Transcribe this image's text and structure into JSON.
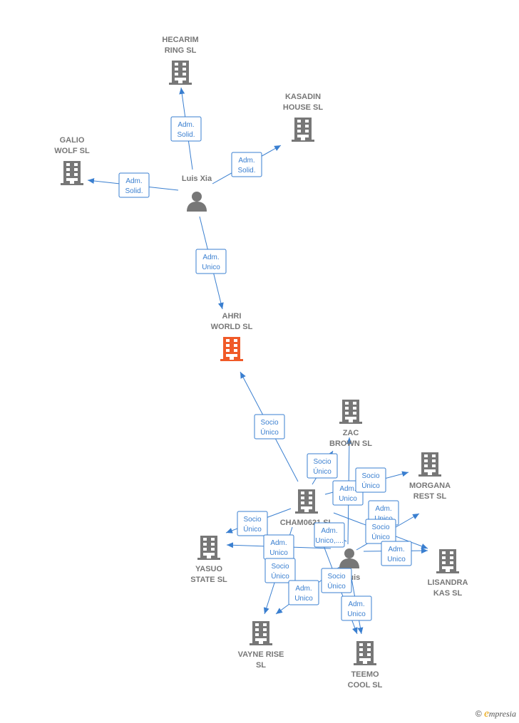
{
  "colors": {
    "edge": "#3a7fd0",
    "node": "#777777",
    "highlight": "#f05a28"
  },
  "nodes": [
    {
      "id": "hecarim",
      "type": "company",
      "label": [
        "HECARIM",
        "RING  SL"
      ]
    },
    {
      "id": "kasadin",
      "type": "company",
      "label": [
        "KASADIN",
        "HOUSE  SL"
      ]
    },
    {
      "id": "galio",
      "type": "company",
      "label": [
        "GALIO",
        "WOLF  SL"
      ]
    },
    {
      "id": "luisxia",
      "type": "person",
      "label": [
        "Luis Xia"
      ]
    },
    {
      "id": "ahri",
      "type": "company",
      "highlight": true,
      "label": [
        "AHRI",
        "WORLD  SL"
      ]
    },
    {
      "id": "zac",
      "type": "company",
      "label": [
        "ZAC",
        "BROWN  SL"
      ]
    },
    {
      "id": "morgana",
      "type": "company",
      "label": [
        "MORGANA",
        "REST  SL"
      ]
    },
    {
      "id": "cham",
      "type": "company",
      "label": [
        "CHAM0621  SL"
      ]
    },
    {
      "id": "yasuo",
      "type": "company",
      "label": [
        "YASUO",
        "STATE  SL"
      ]
    },
    {
      "id": "luis2",
      "type": "person",
      "label": [
        "Luis"
      ]
    },
    {
      "id": "lisandra",
      "type": "company",
      "label": [
        "LISANDRA",
        "KAS  SL"
      ]
    },
    {
      "id": "vayne",
      "type": "company",
      "label": [
        "VAYNE RISE",
        "SL"
      ]
    },
    {
      "id": "teemo",
      "type": "company",
      "label": [
        "TEEMO",
        "COOL  SL"
      ]
    }
  ],
  "edges": [
    {
      "from": "luisxia",
      "to": "hecarim",
      "label": [
        "Adm.",
        "Solid."
      ]
    },
    {
      "from": "luisxia",
      "to": "kasadin",
      "label": [
        "Adm.",
        "Solid."
      ]
    },
    {
      "from": "luisxia",
      "to": "galio",
      "label": [
        "Adm.",
        "Solid."
      ]
    },
    {
      "from": "luisxia",
      "to": "ahri",
      "label": [
        "Adm.",
        "Unico"
      ]
    },
    {
      "from": "cham",
      "to": "ahri",
      "label": [
        "Socio",
        "Único"
      ]
    },
    {
      "from": "cham",
      "to": "zac",
      "label": [
        "Socio",
        "Único"
      ]
    },
    {
      "from": "luis2",
      "to": "zac",
      "label": [
        "Adm.",
        "Unico"
      ]
    },
    {
      "from": "cham",
      "to": "morgana",
      "label": [
        "Socio",
        "Único"
      ]
    },
    {
      "from": "luis2",
      "to": "morgana",
      "label": [
        "Adm.",
        "Unico"
      ]
    },
    {
      "from": "cham",
      "to": "lisandra",
      "label": [
        "Socio",
        "Único"
      ]
    },
    {
      "from": "luis2",
      "to": "lisandra",
      "label": [
        "Adm.",
        "Unico"
      ]
    },
    {
      "from": "cham",
      "to": "yasuo",
      "label": [
        "Socio",
        "Único"
      ]
    },
    {
      "from": "luis2",
      "to": "yasuo",
      "label": [
        "Adm.",
        "Unico"
      ]
    },
    {
      "from": "cham",
      "to": "vayne",
      "label": [
        "Socio",
        "Único"
      ]
    },
    {
      "from": "luis2",
      "to": "vayne",
      "label": [
        "Adm.",
        "Unico"
      ]
    },
    {
      "from": "cham",
      "to": "teemo",
      "label": [
        "Socio",
        "Único"
      ]
    },
    {
      "from": "luis2",
      "to": "teemo",
      "label": [
        "Adm.",
        "Unico"
      ]
    },
    {
      "from": "luis2",
      "to": "cham",
      "label": [
        "Adm.",
        "Unico,...."
      ]
    }
  ],
  "watermark": {
    "symbol": "©",
    "brand_initial": "e",
    "brand_rest": "mpresia"
  }
}
